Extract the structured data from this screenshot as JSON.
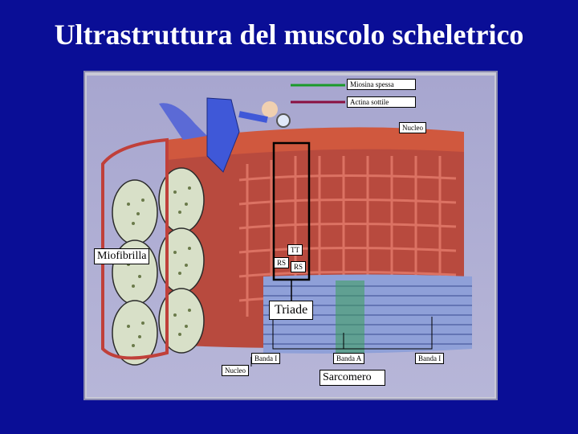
{
  "title": "Ultrastruttura del muscolo scheletrico",
  "labels": {
    "miosina": "Miosina spessa",
    "actina": "Actina sottile",
    "nucleo_top": "Nucleo",
    "miofibrilla": "Miofibrilla",
    "tt": "TT",
    "rs_left": "RS",
    "rs_right": "RS",
    "triade": "Triade",
    "banda_i_left": "Banda I",
    "banda_a": "Banda A",
    "banda_i_right": "Banda I",
    "nucleo_bottom": "Nucleo",
    "sarcomero": "Sarcomero"
  },
  "colors": {
    "background": "#0a0e96",
    "miosina_line": "#1a9a2a",
    "actina_line": "#8a1040",
    "muscle_red": "#c0403a",
    "fibril_blue": "#8fa0d8"
  }
}
